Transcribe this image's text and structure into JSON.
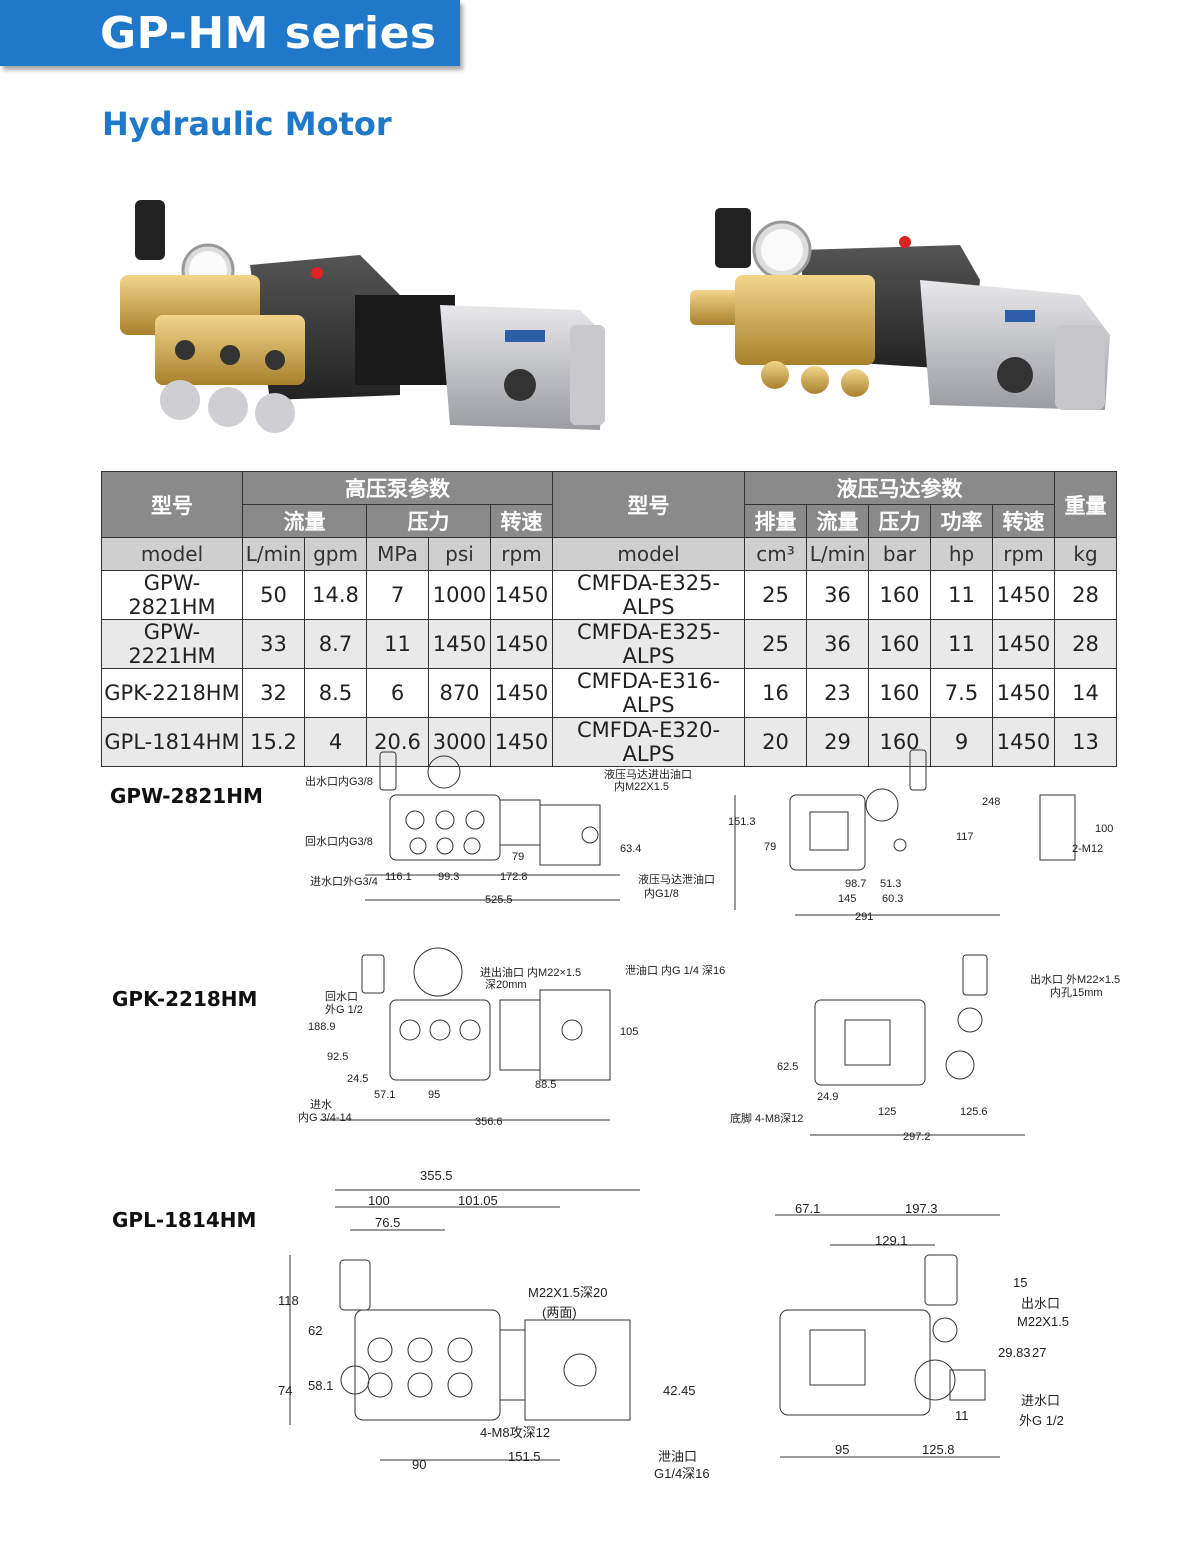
{
  "header": {
    "title": "GP-HM series",
    "subtitle": "Hydraulic Motor"
  },
  "colors": {
    "brand_blue": "#1f78c8",
    "header_gray": "#8a8a8a",
    "unit_gray": "#cfcfcf"
  },
  "table": {
    "group_headers": {
      "model_cn": "型号",
      "pump_params": "高压泵参数",
      "motor_model_cn": "型号",
      "motor_params": "液压马达参数",
      "weight": "重量"
    },
    "sub_headers": {
      "flow": "流量",
      "pressure": "压力",
      "speed": "转速",
      "displacement": "排量",
      "m_flow": "流量",
      "m_pressure": "压力",
      "power": "功率",
      "m_speed": "转速"
    },
    "units": [
      "model",
      "L/min",
      "gpm",
      "MPa",
      "psi",
      "rpm",
      "model",
      "cm³",
      "L/min",
      "bar",
      "hp",
      "rpm",
      "kg"
    ],
    "rows": [
      [
        "GPW-2821HM",
        "50",
        "14.8",
        "7",
        "1000",
        "1450",
        "CMFDA-E325-ALPS",
        "25",
        "36",
        "160",
        "11",
        "1450",
        "28"
      ],
      [
        "GPW-2221HM",
        "33",
        "8.7",
        "11",
        "1450",
        "1450",
        "CMFDA-E325-ALPS",
        "25",
        "36",
        "160",
        "11",
        "1450",
        "28"
      ],
      [
        "GPK-2218HM",
        "32",
        "8.5",
        "6",
        "870",
        "1450",
        "CMFDA-E316-ALPS",
        "16",
        "23",
        "160",
        "7.5",
        "1450",
        "14"
      ],
      [
        "GPL-1814HM",
        "15.2",
        "4",
        "20.6",
        "3000",
        "1450",
        "CMFDA-E320-ALPS",
        "20",
        "29",
        "160",
        "9",
        "1450",
        "13"
      ]
    ]
  },
  "drawings": {
    "gpw": {
      "label": "GPW-2821HM",
      "notes": {
        "outlet": "出水口内G3/8",
        "return": "回水口内G3/8",
        "inlet": "进水口外G3/4",
        "oil_in": "液压马达进出油口",
        "oil_in_size": "内M22X1.5",
        "oil_drain": "液压马达泄油口",
        "oil_drain_size": "内G1/8"
      },
      "dims": [
        "116.1",
        "99.3",
        "172.8",
        "525.5",
        "79",
        "63.4",
        "151.3",
        "79",
        "98.7",
        "51.3",
        "145",
        "60.3",
        "291",
        "117",
        "248",
        "100",
        "2-M12"
      ]
    },
    "gpk": {
      "label": "GPK-2218HM",
      "notes": {
        "return": "回水口",
        "return_size": "外G 1/2",
        "oil_in": "进出油口 内M22×1.5",
        "oil_in_depth": "深20mm",
        "drain": "泄油口 内G 1/4 深16",
        "inlet": "进水",
        "inlet_size": "内G 3/4-14",
        "outlet": "出水口 外M22×1.5",
        "outlet_hole": "内孔15mm",
        "base": "底脚 4-M8深12"
      },
      "dims": [
        "188.9",
        "92.5",
        "24.5",
        "57.1",
        "95",
        "88.5",
        "356.6",
        "105",
        "62.5",
        "24.9",
        "125",
        "125.6",
        "297.2"
      ]
    },
    "gpl": {
      "label": "GPL-1814HM",
      "notes": {
        "oil": "M22X1.5深20",
        "oil_side": "(两面)",
        "tap": "4-M8攻深12",
        "drain": "泄油口",
        "drain_size": "G1/4深16",
        "outlet": "出水口",
        "outlet_size": "M22X1.5",
        "inlet": "进水口",
        "inlet_size": "外G 1/2"
      },
      "dims": [
        "355.5",
        "100",
        "101.05",
        "76.5",
        "118",
        "62",
        "74",
        "58.1",
        "42.45",
        "90",
        "151.5",
        "67.1",
        "197.3",
        "129.1",
        "15",
        "29.83",
        "27",
        "11",
        "95",
        "125.8"
      ]
    }
  }
}
